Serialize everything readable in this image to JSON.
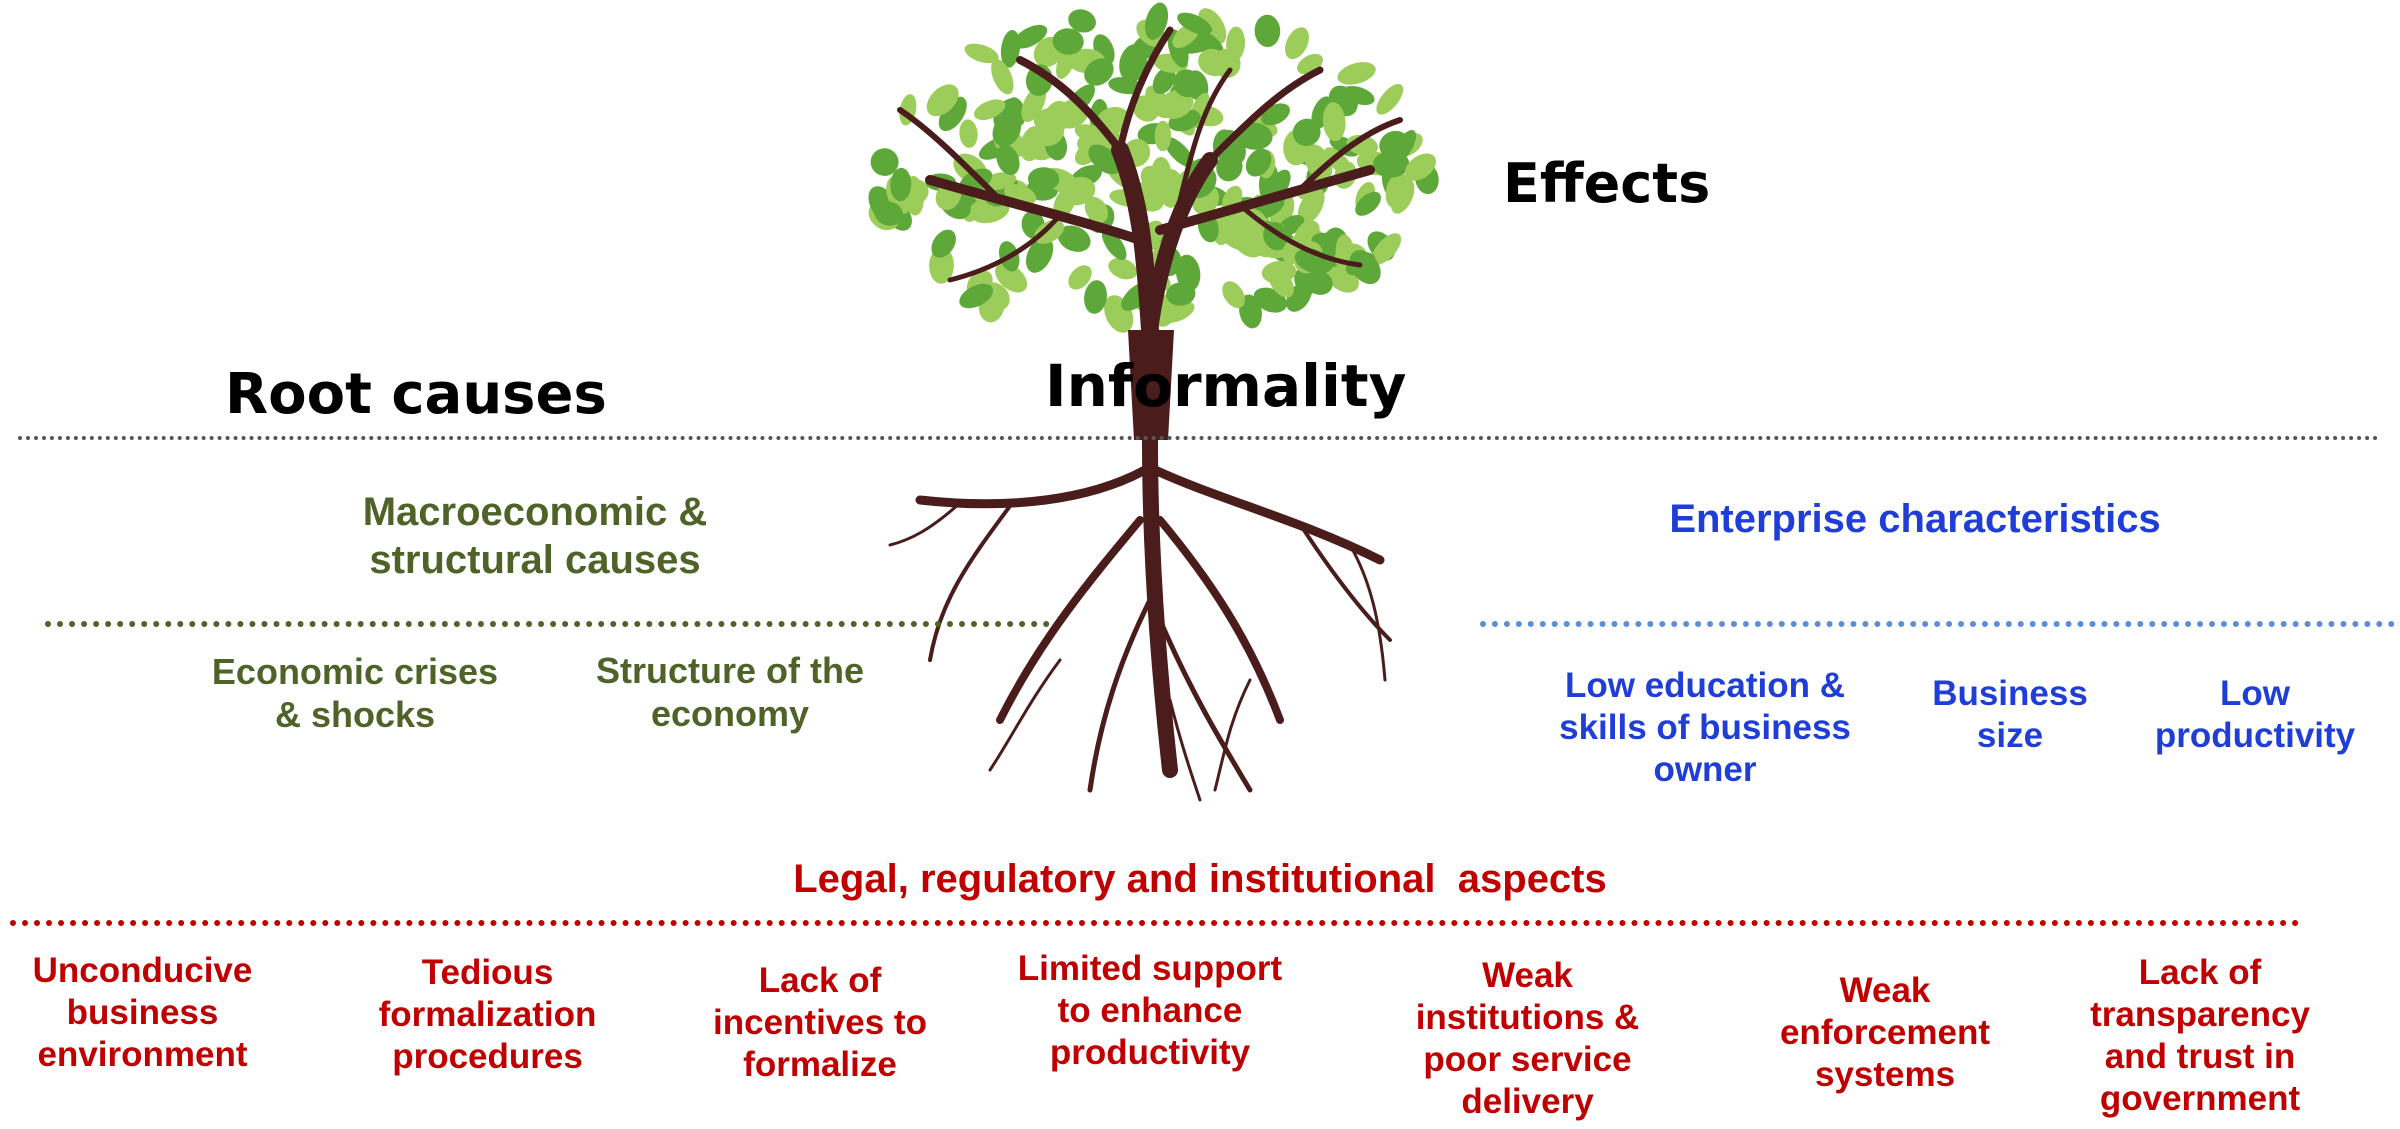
{
  "headings": {
    "effects": "Effects",
    "root_causes": "Root causes",
    "informality": "Informality"
  },
  "macro": {
    "title": "Macroeconomic & structural causes",
    "items": [
      "Economic crises & shocks",
      "Structure of the economy"
    ]
  },
  "enterprise": {
    "title": "Enterprise characteristics",
    "items": [
      "Low education & skills of business owner",
      "Business size",
      "Low productivity"
    ]
  },
  "legal": {
    "title": "Legal, regulatory and institutional  aspects",
    "items": [
      "Unconducive business environment",
      "Tedious formalization procedures",
      "Lack of incentives to formalize",
      "Limited support to enhance productivity",
      "Weak institutions & poor service delivery",
      "Weak enforcement systems",
      "Lack of transparency and trust in government"
    ]
  },
  "colors": {
    "macro": "#4f6228",
    "enterprise": "#1f3ed8",
    "legal": "#c00000",
    "trunk": "#4a1c1c",
    "leaf_light": "#9ccc5a",
    "leaf_dark": "#5ea83a"
  },
  "icons": {
    "illustration": "tree-with-roots-illustration"
  }
}
